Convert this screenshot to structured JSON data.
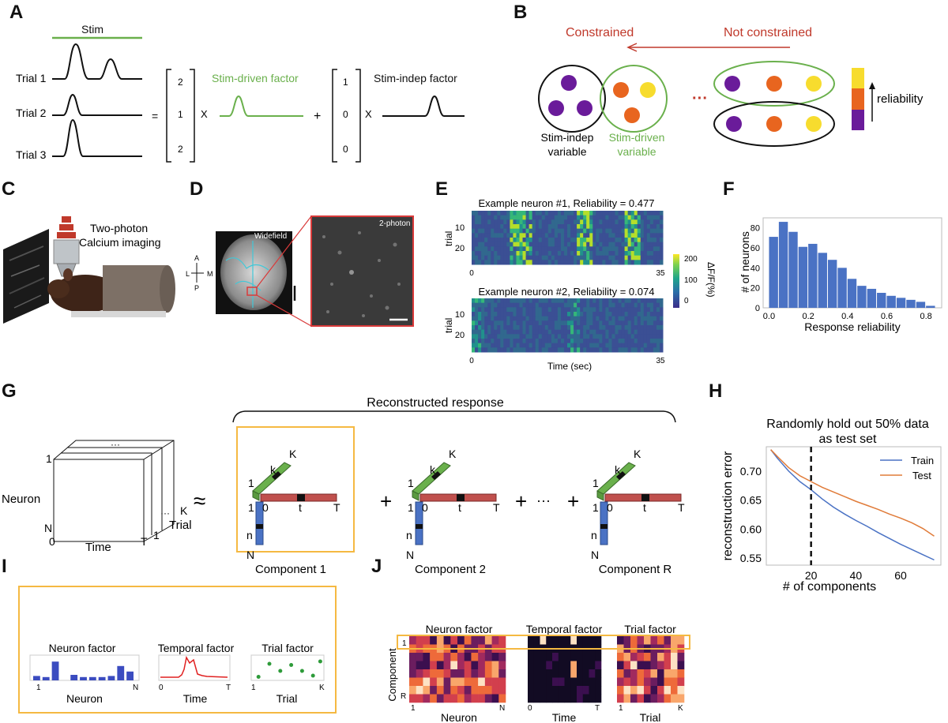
{
  "panels": {
    "A": "A",
    "B": "B",
    "C": "C",
    "D": "D",
    "E": "E",
    "F": "F",
    "G": "G",
    "H": "H",
    "I": "I",
    "J": "J"
  },
  "panelA": {
    "stim_label": "Stim",
    "trials": [
      "Trial 1",
      "Trial 2",
      "Trial 3"
    ],
    "equals": "=",
    "times": "X",
    "plus": "+",
    "vector1": [
      "2",
      "1",
      "2"
    ],
    "vector2": [
      "1",
      "0",
      "0"
    ],
    "stim_driven_label": "Stim-driven factor",
    "stim_indep_label": "Stim-indep factor",
    "colors": {
      "green": "#6ab04c",
      "black": "#111111"
    }
  },
  "panelB": {
    "constrained": "Constrained",
    "not_constrained": "Not constrained",
    "stim_indep_var": [
      "Stim-indep",
      "variable"
    ],
    "stim_driven_var": [
      "Stim-driven",
      "variable"
    ],
    "dots": "···",
    "reliability": "reliability",
    "colors": {
      "purple": "#6a1b9a",
      "orange": "#e8651f",
      "yellow": "#f7dc2e",
      "green": "#6ab04c",
      "red": "#c0392b"
    }
  },
  "panelC": {
    "label": [
      "Two-photon",
      "Calcium imaging"
    ]
  },
  "panelD": {
    "widefield": "Widefield",
    "twophoton": "2-photon",
    "compass": {
      "A": "A",
      "P": "P",
      "L": "L",
      "M": "M"
    }
  },
  "panelE": {
    "title1": "Example neuron #1, Reliability = 0.477",
    "title2": "Example neuron #2, Reliability = 0.074",
    "ylabel": "trial",
    "yticks": [
      "10",
      "20"
    ],
    "xticks": [
      "0",
      "35"
    ],
    "xlabel": "Time (sec)",
    "cbar_label": "ΔF/F(%)",
    "cbar_ticks": [
      "200",
      "100",
      "0"
    ]
  },
  "chart_data": {
    "type": "bar",
    "xlabel": "Response reliability",
    "ylabel": "# of neurons",
    "xticks": [
      "0.0",
      "0.2",
      "0.4",
      "0.6",
      "0.8"
    ],
    "yticks": [
      "0",
      "20",
      "40",
      "60",
      "80"
    ],
    "ylim": [
      0,
      90
    ],
    "xlim": [
      -0.03,
      0.88
    ],
    "bin_width": 0.05,
    "bin_starts": [
      0.0,
      0.05,
      0.1,
      0.15,
      0.2,
      0.25,
      0.3,
      0.35,
      0.4,
      0.45,
      0.5,
      0.55,
      0.6,
      0.65,
      0.7,
      0.75,
      0.8
    ],
    "values": [
      71,
      86,
      76,
      61,
      64,
      55,
      48,
      40,
      29,
      22,
      19,
      15,
      12,
      10,
      8,
      6,
      2
    ],
    "color": "#4a72c4"
  },
  "panelG": {
    "title": "Reconstructed response",
    "tensor": {
      "one": "1",
      "neuron": "Neuron",
      "n": "N",
      "zero": "0",
      "time": "Time",
      "T": "T",
      "trial1": "1",
      "trial": "Trial",
      "K": "K",
      "dots": "···"
    },
    "approx": "≈",
    "plus": "+",
    "ellipsis": "···",
    "comp_labels": {
      "K": "K",
      "k": "k",
      "one": "1",
      "zero": "0",
      "t": "t",
      "T": "T",
      "n": "n",
      "N": "N"
    },
    "components": [
      "Component 1",
      "Component 2",
      "Component R"
    ],
    "colors": {
      "green": "#6ab04c",
      "red": "#c0504d",
      "blue": "#4a72c4",
      "highlight": "#f5b942"
    }
  },
  "panelH": {
    "title": [
      "Randomly hold out 50% data",
      "as test set"
    ],
    "xlabel": "# of components",
    "ylabel": "reconstruction error",
    "xticks": [
      "20",
      "40",
      "60"
    ],
    "yticks": [
      "0.70",
      "0.65",
      "0.60",
      "0.55"
    ],
    "legend": [
      "Train",
      "Test"
    ],
    "series": {
      "x": [
        2,
        5,
        10,
        15,
        20,
        25,
        30,
        35,
        40,
        45,
        50,
        55,
        60,
        65,
        70,
        75
      ],
      "train": [
        0.737,
        0.722,
        0.7,
        0.682,
        0.668,
        0.652,
        0.638,
        0.626,
        0.615,
        0.605,
        0.594,
        0.584,
        0.574,
        0.565,
        0.556,
        0.547
      ],
      "test": [
        0.737,
        0.725,
        0.706,
        0.692,
        0.682,
        0.672,
        0.664,
        0.656,
        0.648,
        0.641,
        0.634,
        0.626,
        0.619,
        0.611,
        0.601,
        0.588
      ]
    },
    "vline": 20,
    "colors": {
      "train": "#4a72c4",
      "test": "#e07b39"
    }
  },
  "panelI": {
    "neuron_factor": "Neuron factor",
    "temporal_factor": "Temporal factor",
    "trial_factor": "Trial factor",
    "neuron_ticks": [
      "1",
      "N"
    ],
    "time_ticks": [
      "0",
      "T"
    ],
    "trial_ticks": [
      "1",
      "K"
    ],
    "neuron_xlabel": "Neuron",
    "time_xlabel": "Time",
    "trial_xlabel": "Trial",
    "neuron_values": [
      0.2,
      0.15,
      0.85,
      0.0,
      0.25,
      0.15,
      0.15,
      0.15,
      0.2,
      0.65,
      0.4
    ],
    "trial_points": [
      [
        0.1,
        0.15
      ],
      [
        0.25,
        0.7
      ],
      [
        0.4,
        0.4
      ],
      [
        0.55,
        0.65
      ],
      [
        0.7,
        0.4
      ],
      [
        0.85,
        0.2
      ],
      [
        0.95,
        0.8
      ]
    ]
  },
  "panelJ": {
    "neuron_factor": "Neuron factor",
    "temporal_factor": "Temporal factor",
    "trial_factor": "Trial factor",
    "ylabel": "Component",
    "yticks": [
      "1",
      "R"
    ],
    "neuron_ticks": [
      "1",
      "N"
    ],
    "time_ticks": [
      "0",
      "T"
    ],
    "trial_ticks": [
      "1",
      "K"
    ],
    "neuron_xlabel": "Neuron",
    "time_xlabel": "Time",
    "trial_xlabel": "Trial"
  }
}
